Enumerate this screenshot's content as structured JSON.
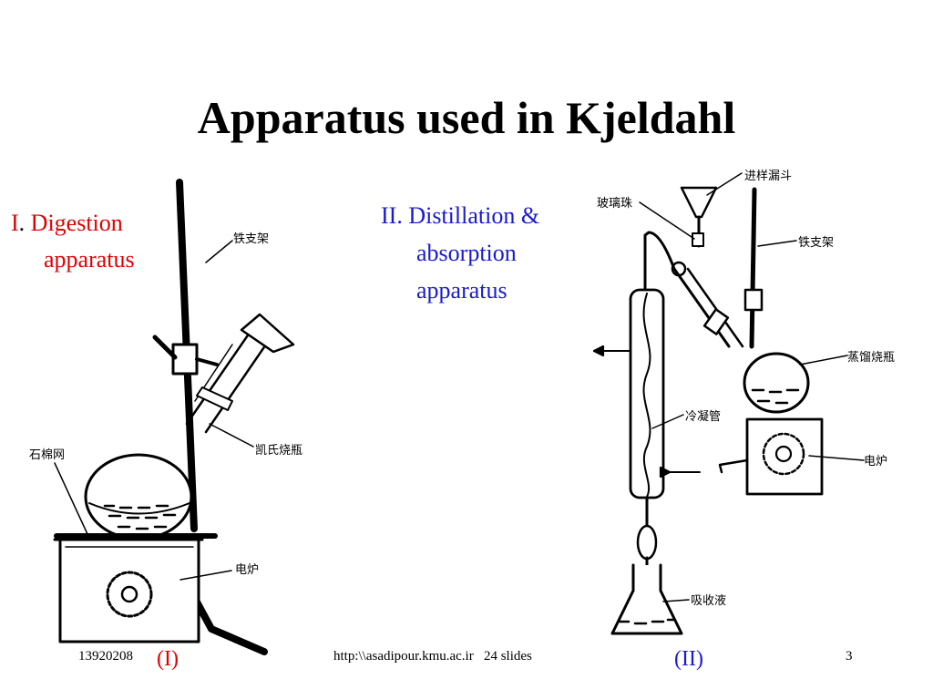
{
  "title": "Apparatus used in Kjeldahl",
  "left_caption": {
    "number": "I",
    "dot": ".",
    "line1": "Digestion",
    "line2": "apparatus"
  },
  "right_caption": {
    "line1": "II. Distillation &",
    "line2": "absorption",
    "line3": "apparatus"
  },
  "labels_left": {
    "iron_stand": "铁支架",
    "kjeldahl_flask": "凯氏烧瓶",
    "asbestos_net": "石棉网",
    "electric_furnace": "电炉"
  },
  "labels_right": {
    "funnel": "进样漏斗",
    "glass_bead": "玻璃珠",
    "iron_stand": "铁支架",
    "distill_flask": "蒸馏烧瓶",
    "condenser": "冷凝管",
    "electric_furnace": "电炉",
    "absorb_liquid": "吸收液"
  },
  "figure_labels": {
    "left": "(I)",
    "right": "(II)"
  },
  "footer": {
    "date": "13920208",
    "url": "http:\\\\asadipour.kmu.ac.ir   24 slides",
    "page": "3"
  },
  "colors": {
    "red": "#e00000",
    "blue": "#1a1ad0"
  }
}
